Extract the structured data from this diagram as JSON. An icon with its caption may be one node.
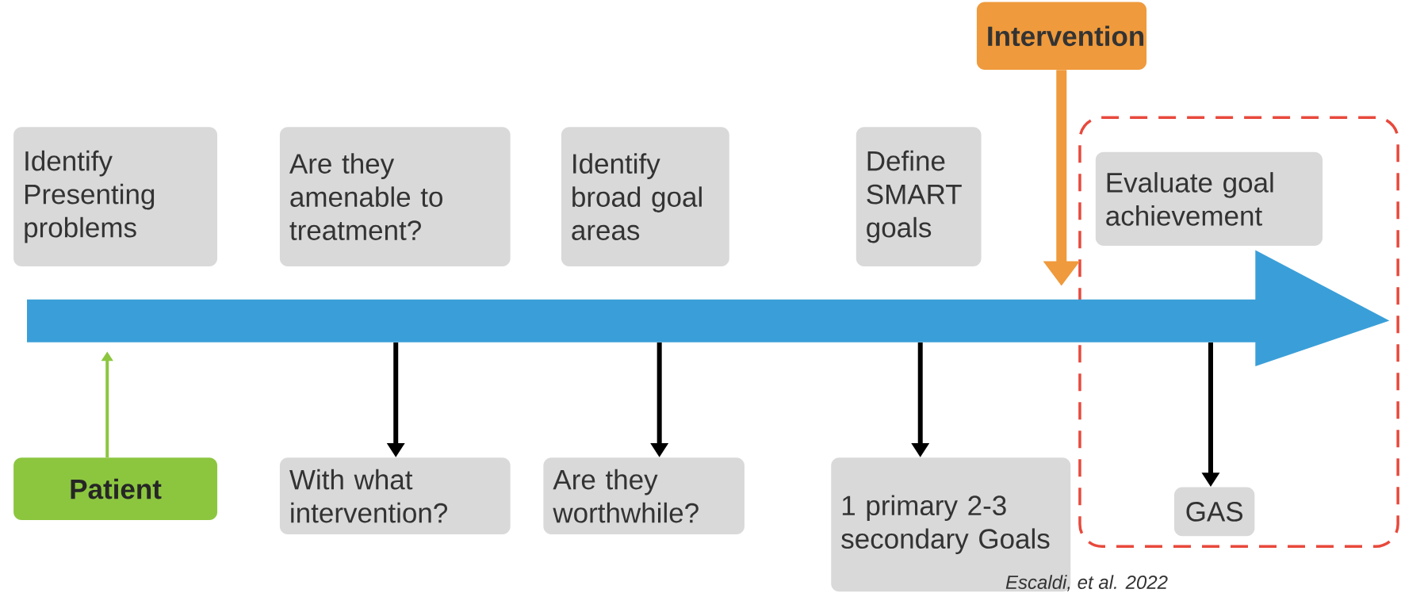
{
  "diagram": {
    "caption": "Escaldi, et al. 2022",
    "nodes": [
      {
        "text": [
          "Intervention"
        ]
      },
      {
        "text": [],
        "shape": "box"
      },
      {
        "text": [
          "Identify Presenting problems"
        ]
      },
      {
        "text": [
          "Are they amenable to treatment?"
        ]
      },
      {
        "text": [
          "Identify broad goal areas"
        ]
      },
      {
        "text": [
          "Define SMART goals"
        ]
      },
      {
        "text": [
          "Evaluate goal achievement"
        ],
        "in": 1
      },
      {
        "text": [],
        "shape": "arrow"
      },
      {
        "text": [
          "Patient"
        ]
      },
      {
        "text": [
          "With what intervention?"
        ]
      },
      {
        "text": [
          "Are they worthwhile?"
        ]
      },
      {
        "text": [
          "1 primary 2-3 secondary Goals"
        ]
      },
      {
        "text": [
          "GAS"
        ],
        "in": 1
      }
    ],
    "edges": [
      {
        "from": 0,
        "to": 7,
        "arrow": "to",
        "style": "thick",
        "color": "#ef9a3c"
      },
      {
        "from": 8,
        "to": 7,
        "arrow": "to",
        "color": "#8cc63f"
      },
      {
        "from": 7,
        "to": 9,
        "arrow": "to"
      },
      {
        "from": 7,
        "to": 10,
        "arrow": "to"
      },
      {
        "from": 7,
        "to": 11,
        "arrow": "to"
      },
      {
        "from": 7,
        "to": 12,
        "arrow": "to"
      }
    ]
  }
}
